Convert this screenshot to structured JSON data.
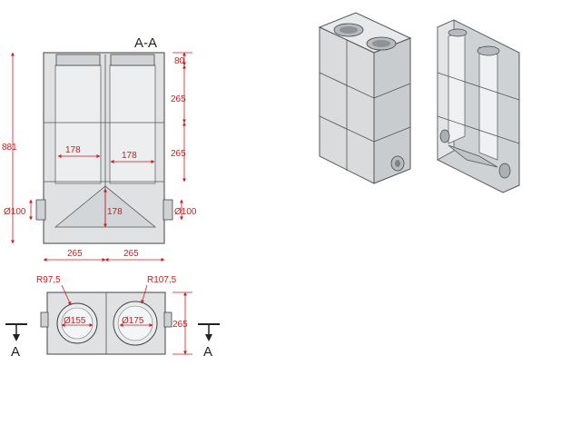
{
  "section_label": "A-A",
  "section_marker": "A",
  "dims": {
    "top": "80",
    "row1": "265",
    "row2": "265",
    "overall": "881",
    "inner_left": "178",
    "inner_right": "178",
    "inner_vertical": "178",
    "pipe_left": "Ø100",
    "pipe_right": "Ø100",
    "bottom_left": "265",
    "bottom_right": "265",
    "plan_height": "265"
  },
  "plan": {
    "radius_left": "R97,5",
    "radius_right": "R107,5",
    "dia_left": "Ø155",
    "dia_right": "Ø175"
  },
  "colors": {
    "dimension": "#d11a1a",
    "body": "#dfe1e3",
    "outline": "#444444"
  }
}
